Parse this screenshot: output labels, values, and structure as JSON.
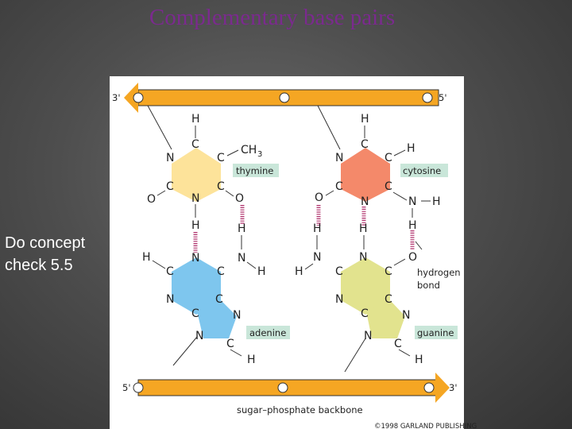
{
  "slide": {
    "title": "Complementary base pairs",
    "note_line1": "Do concept",
    "note_line2": "check 5.5"
  },
  "figure": {
    "top_strand": {
      "left_end": "3'",
      "right_end": "5'"
    },
    "bottom_strand": {
      "left_end": "5'",
      "right_end": "3'"
    },
    "bases": {
      "thymine": "thymine",
      "cytosine": "cytosine",
      "adenine": "adenine",
      "guanine": "guanine"
    },
    "hydrogen_bond_line1": "hydrogen",
    "hydrogen_bond_line2": "bond",
    "backbone_caption": "sugar–phosphate backbone",
    "copyright": "©1998 GARLAND PUBLISHING",
    "colors": {
      "backbone": "#f5a623",
      "thymine": "#fde39a",
      "cytosine": "#f4896a",
      "adenine": "#7ec6ee",
      "guanine": "#e2e38e",
      "label_box": "#c9e6d9",
      "hbond": "#b0306c",
      "title": "#7b2a8e"
    }
  }
}
